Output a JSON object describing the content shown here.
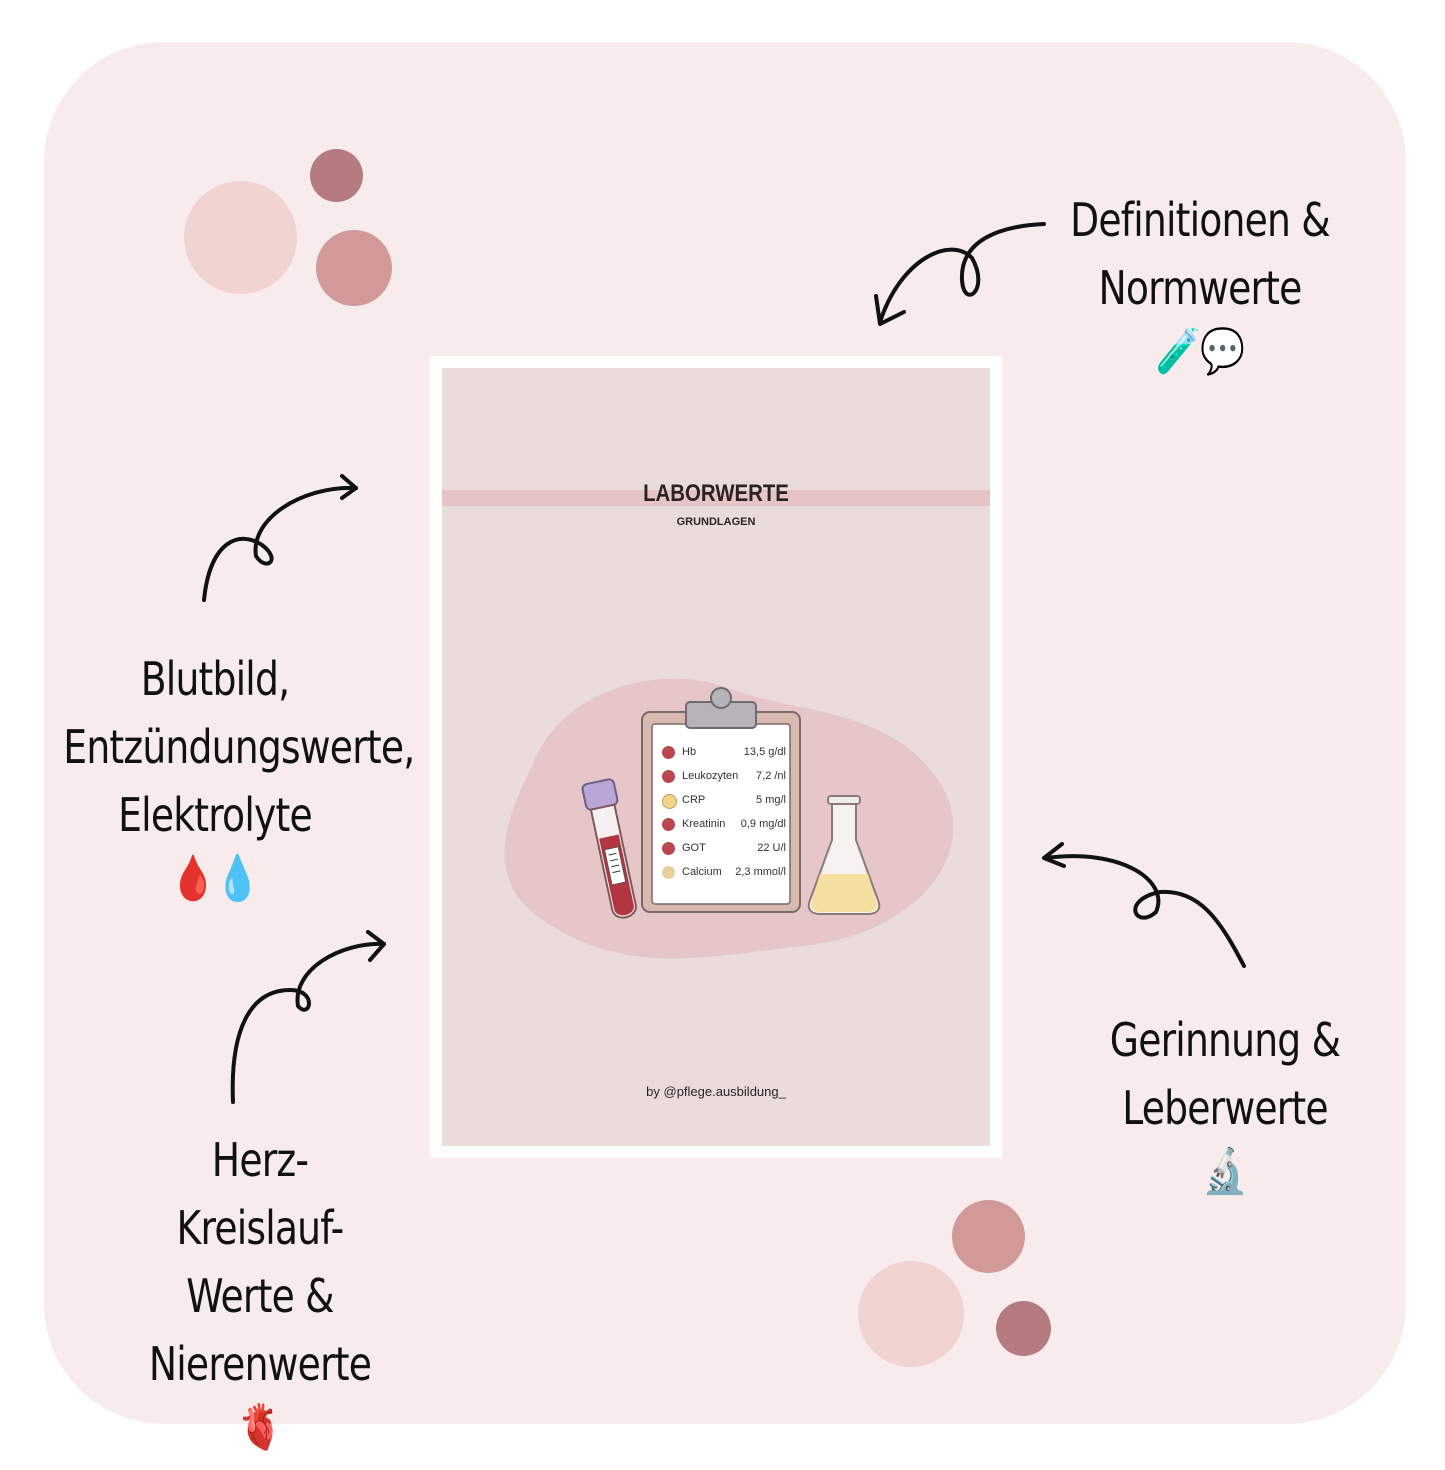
{
  "labels": {
    "definitionen": [
      "Definitionen &",
      "Normwerte"
    ],
    "definitionen_emoji": "🧪💬",
    "blutbild": [
      "Blutbild,",
      "Entzündungswerte,",
      "Elektrolyte"
    ],
    "blutbild_emoji": "🩸💧",
    "herz": [
      "Herz-Kreislauf-",
      "Werte &",
      "Nierenwerte"
    ],
    "herz_emoji": "🫀",
    "gerinnung": [
      "Gerinnung &",
      "Leberwerte"
    ],
    "gerinnung_emoji": "🔬"
  },
  "cover": {
    "title": "LABORWERTE",
    "subtitle": "GRUNDLAGEN",
    "byline": "by  @pflege.ausbildung_",
    "clipboard": [
      {
        "name": "Hb",
        "value": "13,5 g/dl",
        "color": "#b8474f"
      },
      {
        "name": "Leukozyten",
        "value": "7,2 /nl",
        "color": "#b8474f"
      },
      {
        "name": "CRP",
        "value": "5 mg/l",
        "color": "#f2d58a"
      },
      {
        "name": "Kreatinin",
        "value": "0,9 mg/dl",
        "color": "#b8474f"
      },
      {
        "name": "GOT",
        "value": "22 U/l",
        "color": "#b8474f"
      },
      {
        "name": "Calcium",
        "value": "2,3 mmol/l",
        "color": "#e8cf9b"
      }
    ]
  },
  "colors": {
    "card": "#f7eceb",
    "dot_light": "#f1d3d2",
    "dot_mid": "#d19a99",
    "dot_dark": "#b67b80",
    "band": "#e6c4c6"
  }
}
